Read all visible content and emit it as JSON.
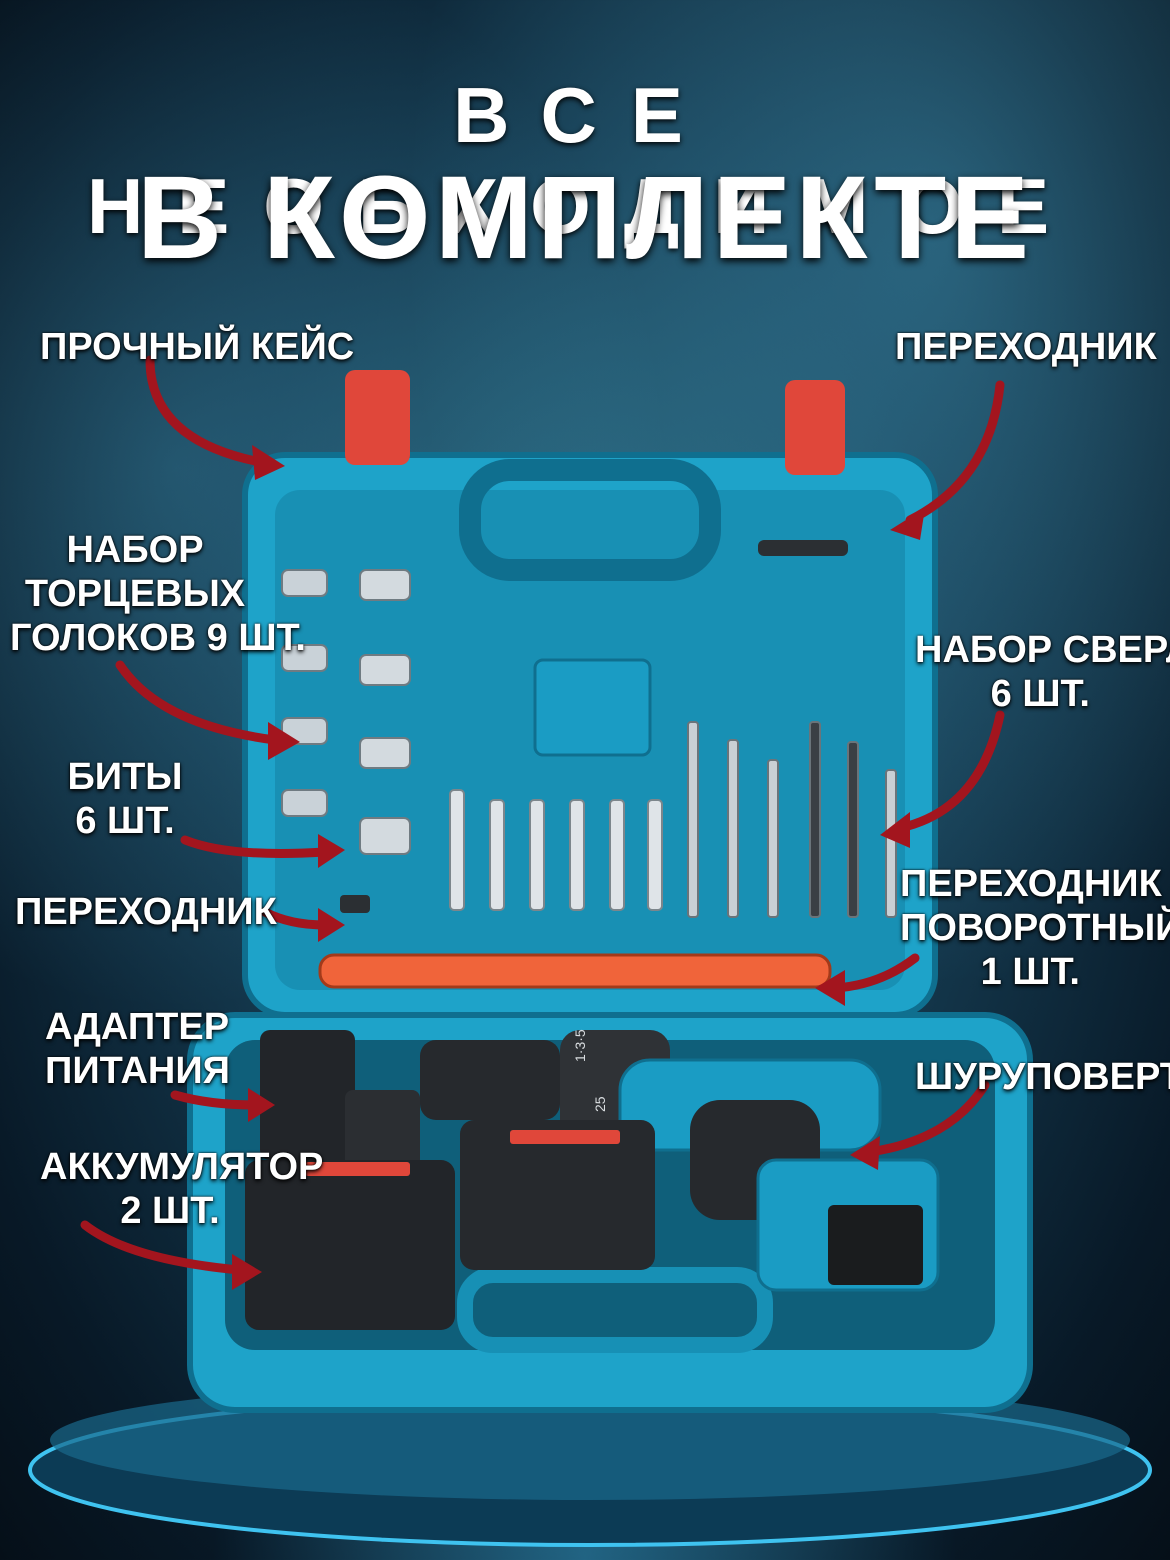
{
  "headline": {
    "top": "ВСЕ НЕОБХОДИМОЕ",
    "main": "В КОМПЛЕКТЕ"
  },
  "labels": {
    "case": "ПРОЧНЫЙ КЕЙС",
    "adapter_top": "ПЕРЕХОДНИК",
    "sockets_1": "НАБОР",
    "sockets_2": "ТОРЦЕВЫХ",
    "sockets_3": "ГОЛОКОВ 9 ШТ.",
    "drills_1": "НАБОР СВЕРЛ",
    "drills_2": "6 ШТ.",
    "bits_1": "БИТЫ",
    "bits_2": "6 ШТ.",
    "adapter_left": "ПЕРЕХОДНИК",
    "swivel_1": "ПЕРЕХОДНИК",
    "swivel_2": "ПОВОРОТНЫЙ",
    "swivel_3": "1 ШТ.",
    "power_1": "АДАПТЕР",
    "power_2": "ПИТАНИЯ",
    "driver": "ШУРУПОВЕРТ",
    "battery_1": "АККУМУЛЯТОР",
    "battery_2": "2 ШТ."
  },
  "product_text": {
    "drill_gear": "1·3·5",
    "drill_torque": "25"
  },
  "colors": {
    "case": "#1ea3c9",
    "case_dark": "#0f6f8f",
    "arrow": "#a3151e",
    "latch": "#e0473a"
  }
}
